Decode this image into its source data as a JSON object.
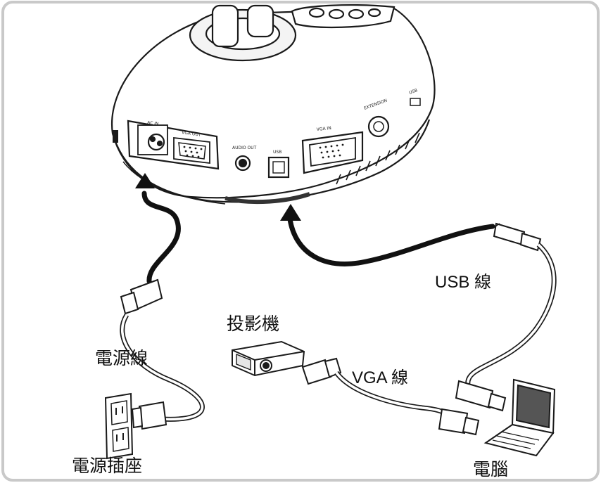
{
  "panel_labels": {
    "ac_in": "AC IN",
    "vga_out": "VGA OUT",
    "audio_out": "AUDIO OUT",
    "usb": "USB",
    "vga_in": "VGA IN",
    "extension": "EXTENSION",
    "usb_top": "USB"
  },
  "labels": {
    "usb_cable": "USB 線",
    "projector": "投影機",
    "power_cord": "電源線",
    "vga_cable": "VGA 線",
    "power_outlet": "電源插座",
    "computer": "電腦"
  },
  "colors": {
    "border": "#c9c9c9",
    "stroke": "#1a1a1a",
    "arrow": "#111111",
    "cable": "#ffffff",
    "device_fill": "#ffffff",
    "shadow": "#dcdcdc",
    "screen": "#555555"
  }
}
